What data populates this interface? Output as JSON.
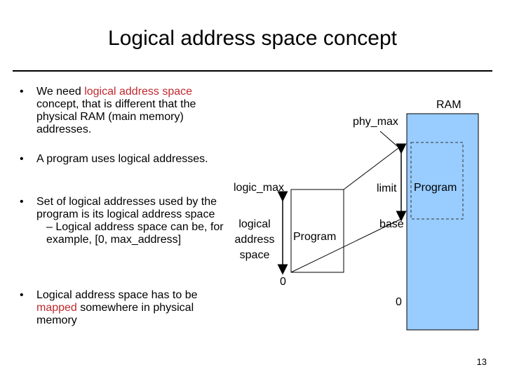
{
  "title": "Logical address space concept",
  "bullets": [
    {
      "pre": "We need ",
      "hl": "logical address space",
      "post": " concept, that is different that the physical RAM (main memory) addresses."
    },
    {
      "pre": "A program uses logical addresses.",
      "hl": "",
      "post": ""
    },
    {
      "pre": "Set of logical addresses used by the program is its logical address space",
      "hl": "",
      "post": ""
    },
    {
      "pre": "Logical address space has to be ",
      "hl": "mapped",
      "post": " somewhere in physical memory"
    }
  ],
  "sub_bullet": {
    "dash": "–",
    "text": "Logical address space can be, for example, [0, max_address]"
  },
  "bullet_symbol": "•",
  "diagram": {
    "ram_label": "RAM",
    "phy_max": "phy_max",
    "logic_max": "logic_max",
    "logical_space_label_1": "logical",
    "logical_space_label_2": "address",
    "logical_space_label_3": "space",
    "program_logical": "Program",
    "program_physical": "Program",
    "limit": "limit",
    "base": "base",
    "zero_logical": "0",
    "zero_physical": "0"
  },
  "colors": {
    "ram_fill": "#99ccff",
    "highlight": "#c0282d"
  },
  "page_number": "13"
}
